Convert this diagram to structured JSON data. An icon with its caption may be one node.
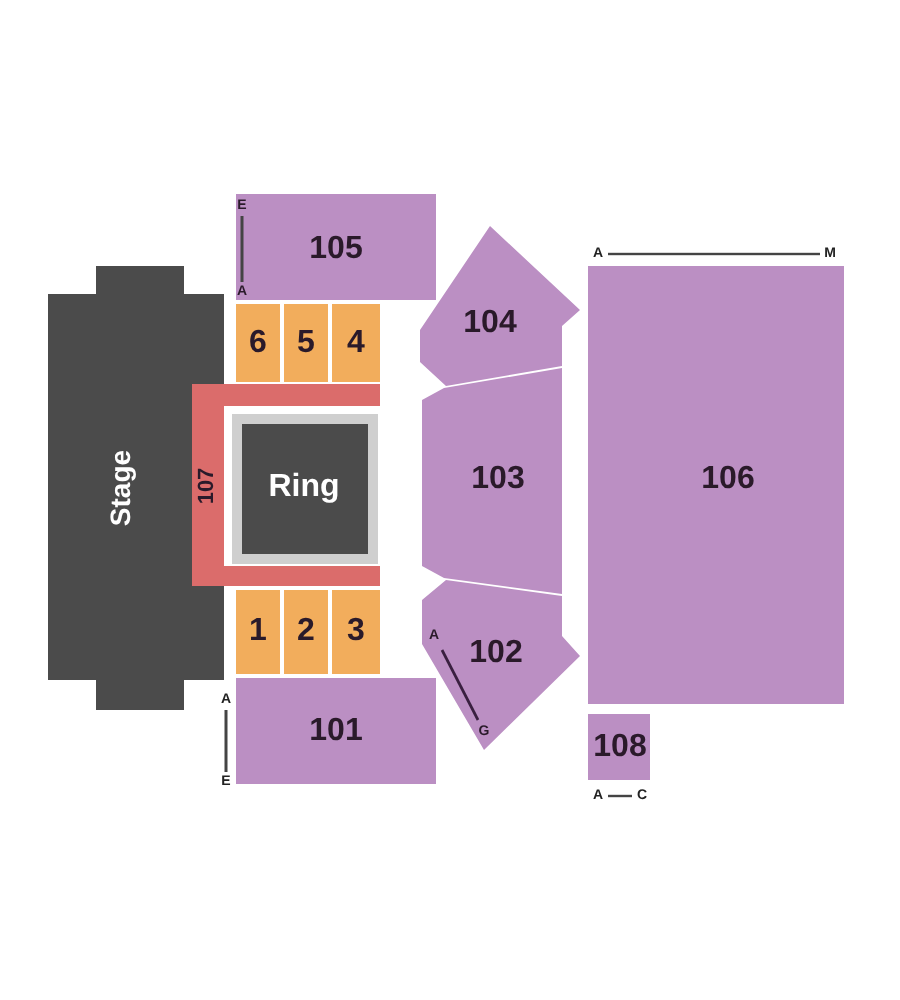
{
  "diagram": {
    "nodes": [
      {
        "text": [
          "105",
          "E",
          "A"
        ]
      },
      {
        "text": [
          "Stage"
        ]
      },
      {
        "text": [
          "6"
        ]
      },
      {
        "text": [
          "5"
        ]
      },
      {
        "text": [
          "4"
        ]
      },
      {
        "text": [
          "104"
        ]
      },
      {
        "text": [
          "106"
        ],
        "beside": [
          "A",
          "M"
        ]
      },
      {
        "text": [
          "107"
        ]
      },
      {
        "text": [
          "Ring"
        ],
        "in": 7
      },
      {
        "text": [
          "103"
        ]
      },
      {
        "text": [
          "1"
        ]
      },
      {
        "text": [
          "2"
        ]
      },
      {
        "text": [
          "3"
        ]
      },
      {
        "text": [
          "102",
          "A",
          "G"
        ]
      },
      {
        "text": [
          "101"
        ],
        "beside": [
          "A",
          "E"
        ]
      },
      {
        "text": [
          "108"
        ],
        "beside": [
          "A",
          "C"
        ]
      }
    ]
  }
}
